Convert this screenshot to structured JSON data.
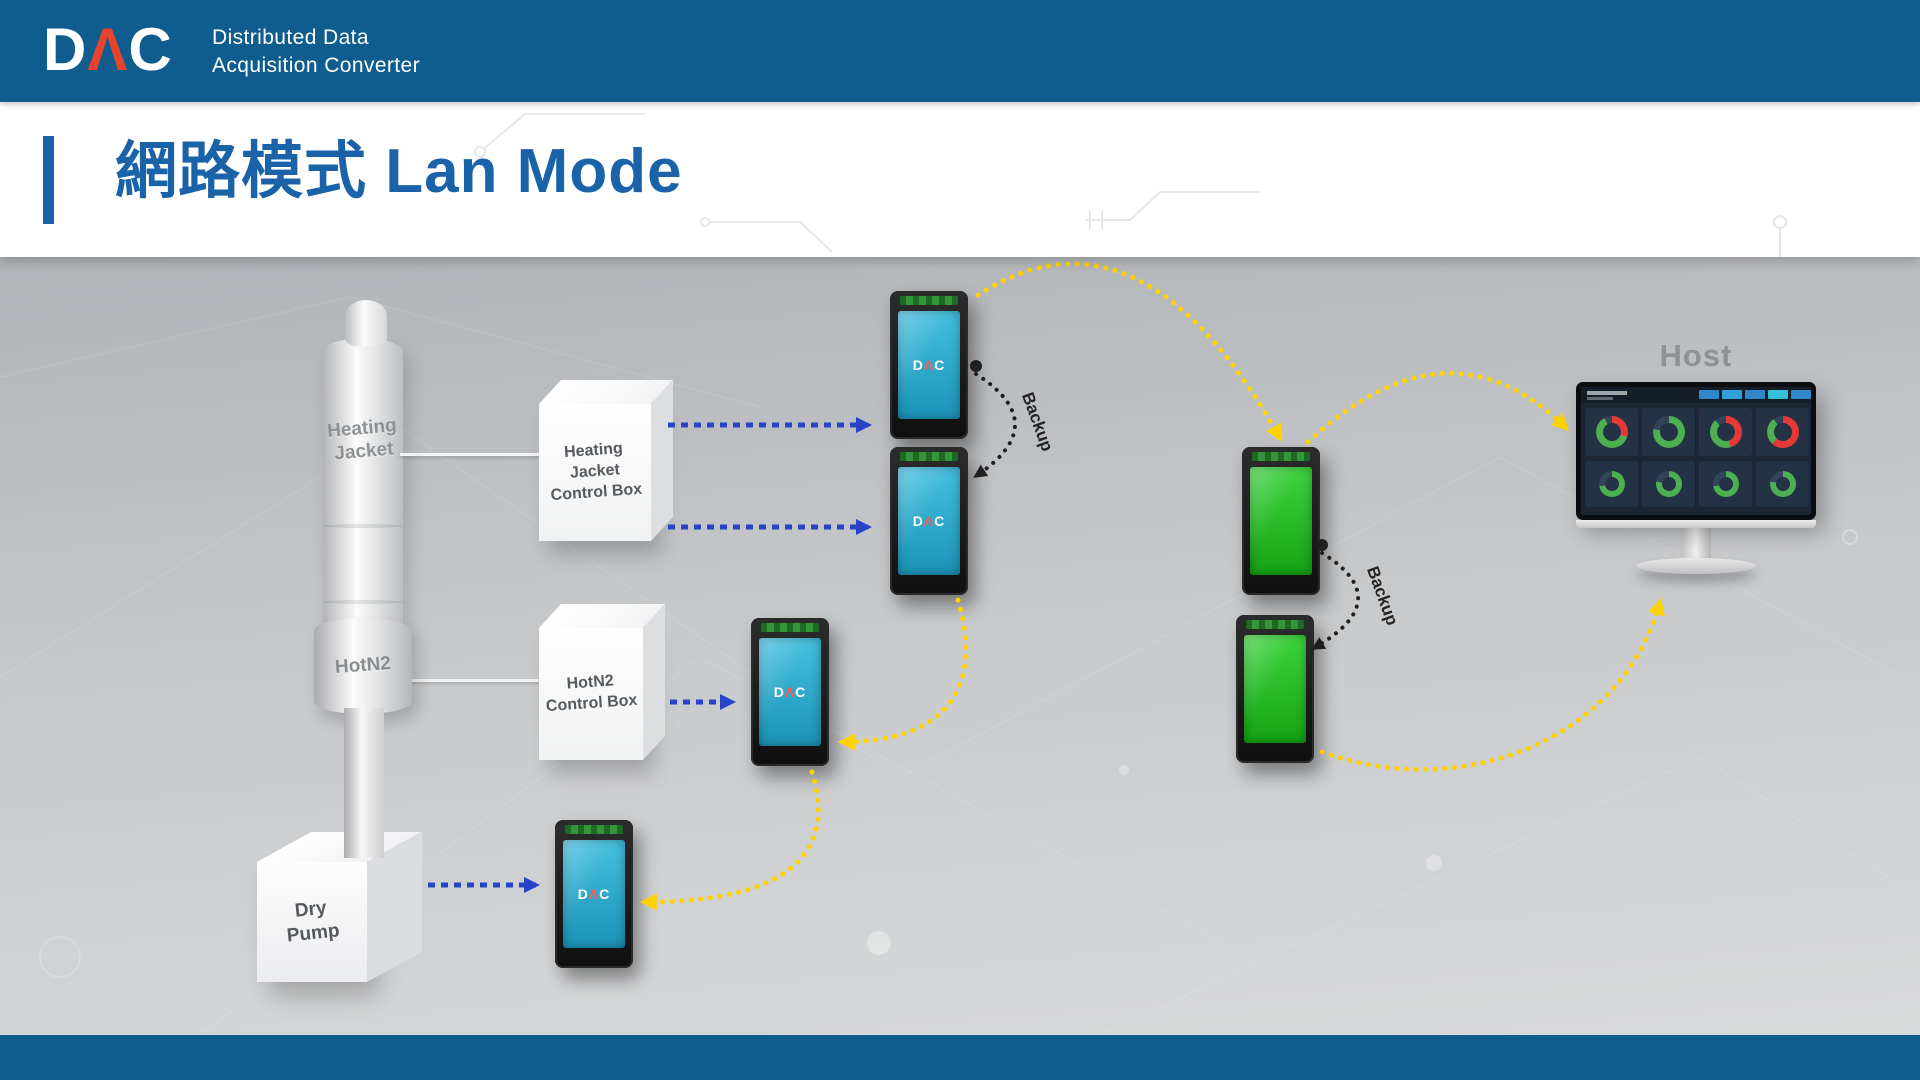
{
  "header": {
    "logo": {
      "part1": "D",
      "part2": "Λ",
      "part3": "C"
    },
    "subtitle1": "Distributed Data",
    "subtitle2": "Acquisition Converter"
  },
  "title": "網路模式 Lan Mode",
  "diagram": {
    "column_labels": {
      "heating_jacket_line1": "Heating",
      "heating_jacket_line2": "Jacket",
      "hotn2": "HotN2",
      "dry_pump_line1": "Dry",
      "dry_pump_line2": "Pump"
    },
    "control_boxes": {
      "heating_jacket": {
        "line1": "Heating",
        "line2": "Jacket",
        "line3": "Control Box"
      },
      "hotn2": {
        "line1": "HotN2",
        "line2": "Control Box"
      }
    },
    "device_screen_logo": {
      "part1": "D",
      "part2": "Λ",
      "part3": "C"
    },
    "backup_label": "Backup",
    "host_label": "Host"
  },
  "colors": {
    "header_bar": "#0e5d8e",
    "footer_bar": "#0e5d8e",
    "title_text": "#1a63a8",
    "logo_accent_red": "#e8432e",
    "arrow_blue": "#2743c8",
    "lan_link_yellow": "#ffd200",
    "backup_black": "#1f1f1f",
    "device_screen_teal": "#2aa6cb",
    "device_screen_green": "#2bc22b"
  }
}
